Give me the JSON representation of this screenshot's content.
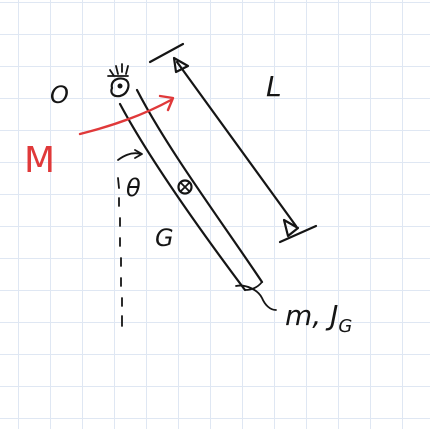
{
  "labels": {
    "origin": "O",
    "length": "L",
    "moment": "M",
    "angle": "θ",
    "center_of_mass": "G",
    "properties": "m, J",
    "properties_subscript": "G"
  },
  "colors": {
    "ink": "#151515",
    "moment": "#e0393a",
    "grid": "#dfe7f3"
  }
}
